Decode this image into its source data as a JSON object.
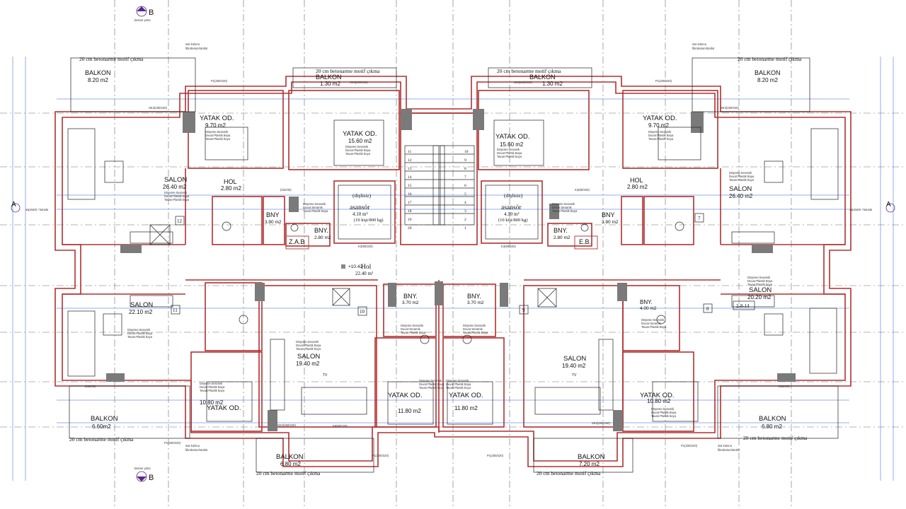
{
  "sections": {
    "top": {
      "marker": "B",
      "text": "kesme yönü"
    },
    "bottom": {
      "marker": "B",
      "text": "kesme yönü"
    },
    "left": {
      "marker": "A",
      "text": "aspiratör / kanala"
    },
    "right": {
      "marker": "A",
      "text": "aspiratör / kanala"
    }
  },
  "rooms": [
    {
      "id": "balkon-tl",
      "name": "BALKON",
      "area": "8.20 m2"
    },
    {
      "id": "balkon-tcl",
      "name": "BALKON",
      "area": "1.30 m2"
    },
    {
      "id": "balkon-tcr",
      "name": "BALKON",
      "area": "1.30 m2"
    },
    {
      "id": "balkon-tr",
      "name": "BALKON",
      "area": "8.20 m2"
    },
    {
      "id": "yatak-tl",
      "name": "YATAK OD.",
      "area": "9.70 m2"
    },
    {
      "id": "yatak-tcl",
      "name": "YATAK OD.",
      "area": "15.60 m2"
    },
    {
      "id": "yatak-tcr",
      "name": "YATAK OD.",
      "area": "15.60 m2"
    },
    {
      "id": "yatak-tr",
      "name": "YATAK OD.",
      "area": "9.70 m2"
    },
    {
      "id": "salon-tl",
      "name": "SALON",
      "area": "26.40 m2"
    },
    {
      "id": "salon-tr",
      "name": "SALON",
      "area": "26.40 m2"
    },
    {
      "id": "hol-l",
      "name": "HOL",
      "area": "2.80 m2"
    },
    {
      "id": "hol-r",
      "name": "HOL",
      "area": "2.80 m2"
    },
    {
      "id": "bny-1",
      "name": "BNY",
      "area": "3.90 m2"
    },
    {
      "id": "bny-2",
      "name": "BNY.",
      "area": "2.80 m2"
    },
    {
      "id": "bny-3",
      "name": "BNY.",
      "area": "2.80 m2"
    },
    {
      "id": "bny-4",
      "name": "BNY",
      "area": "3.90 m2"
    },
    {
      "id": "zab",
      "name": "Z.A.B",
      "area": ""
    },
    {
      "id": "eb",
      "name": "E.B.",
      "area": ""
    },
    {
      "id": "asansor-l",
      "name": "asansör",
      "area": "4.10 m²"
    },
    {
      "id": "asansor-r",
      "name": "asansör",
      "area": "4.10 m²"
    },
    {
      "id": "hol-c",
      "name": "Hol",
      "area": "22.40 m²"
    },
    {
      "id": "salon-bl",
      "name": "SALON",
      "area": "22.10 m2"
    },
    {
      "id": "salon-br",
      "name": "SALON",
      "area": "20.20 m2"
    },
    {
      "id": "salon-bcl",
      "name": "SALON",
      "area": "19.40 m2"
    },
    {
      "id": "salon-bcr",
      "name": "SALON",
      "area": "19.40 m2"
    },
    {
      "id": "bny-5",
      "name": "BNY.",
      "area": "3.70 m2"
    },
    {
      "id": "bny-6",
      "name": "BNY.",
      "area": "3.70 m2"
    },
    {
      "id": "bny-7",
      "name": "BNY.",
      "area": "4.00 m2"
    },
    {
      "id": "yatak-bl",
      "name": "YATAK OD.",
      "area": "10.80 m2"
    },
    {
      "id": "yatak-bcl",
      "name": "YATAK OD.",
      "area": "11.80 m2"
    },
    {
      "id": "yatak-bcr",
      "name": "YATAK OD.",
      "area": "11.80 m2"
    },
    {
      "id": "yatak-br",
      "name": "YATAK OD.",
      "area": "10.80 m2"
    },
    {
      "id": "balkon-bl",
      "name": "BALKON",
      "area": "6.60m2"
    },
    {
      "id": "balkon-bcl",
      "name": "BALKON",
      "area": "6.80 m2"
    },
    {
      "id": "balkon-bcr",
      "name": "BALKON",
      "area": "7.20 m2"
    },
    {
      "id": "balkon-br",
      "name": "BALKON",
      "area": "6.80 m2"
    }
  ],
  "elevator": {
    "type": "(dişlisiz)",
    "capacity": "(10 kişi/800 kg)"
  },
  "level": "+10.42",
  "flat_numbers": [
    "12",
    "11",
    "10",
    "9",
    "8",
    "7"
  ],
  "floor_code": "2-8-14",
  "stairs": [
    "11",
    "12",
    "13",
    "14",
    "15",
    "16",
    "17",
    "18",
    "19",
    "20",
    "10",
    "9",
    "8",
    "7",
    "6",
    "5",
    "4",
    "3",
    "2",
    "1"
  ],
  "finish_note": [
    "Döşeme:Seramik",
    "Duvar:Plastik Boya",
    "Tavan:Plastik boya"
  ],
  "wc_finish_note": [
    "Döşeme:Seramik",
    "Duvar:Seramik",
    "Tavan:Plastik Boya"
  ],
  "motif_note": "20 cm betonarme motif çıkma",
  "column_note": [
    "süs kolonu",
    "fibrobeton/strafor"
  ],
  "window_codes": [
    "P1(200/220)",
    "SK3(180/240)",
    "SK3(200/240)",
    "SK2(260/240)",
    "K3(90/220)",
    "K3(80/220)",
    "K2(90/220)",
    "K1(100/220)",
    "(022/30)",
    "K8(90/220)"
  ],
  "kitchen_label": "TV"
}
